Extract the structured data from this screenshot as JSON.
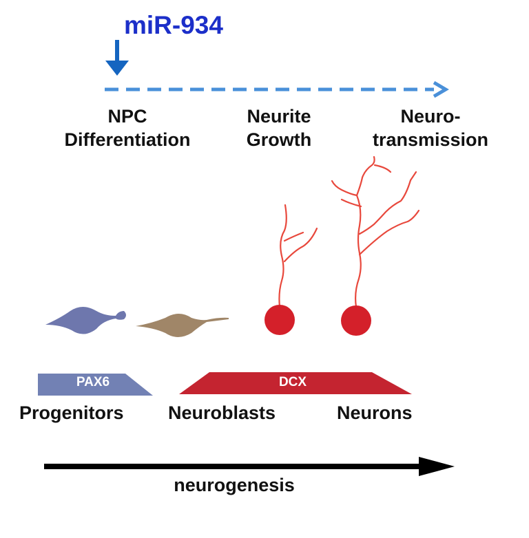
{
  "microrna": {
    "label": "miR-934"
  },
  "stages": [
    {
      "lines": [
        "NPC",
        "Differentiation"
      ]
    },
    {
      "lines": [
        "Neurite",
        "Growth"
      ]
    },
    {
      "lines": [
        "Neuro-",
        "transmission"
      ]
    }
  ],
  "markers": {
    "pax6": "PAX6",
    "dcx": "DCX"
  },
  "cell_types": [
    "Progenitors",
    "Neuroblasts",
    "Neurons"
  ],
  "axis": {
    "label": "neurogenesis"
  },
  "colors": {
    "mir_text": "#1c2fc9",
    "mir_arrow": "#1565c0",
    "dashed_timeline": "#4a90d9",
    "progenitor_cell": "#6e77ad",
    "neuroblast_cell": "#a08668",
    "neuron_cell": "#d4202a",
    "neurite": "#e8483c",
    "pax6_bar": "#7281b4",
    "dcx_bar": "#c42430",
    "axis_arrow": "#000000",
    "text": "#111111"
  }
}
